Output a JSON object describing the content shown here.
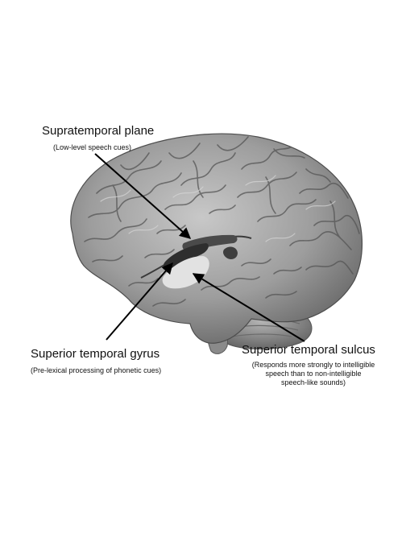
{
  "labels": {
    "supratemporal_plane": {
      "title": "Supratemporal plane",
      "description": "(Low-level speech cues)"
    },
    "superior_temporal_gyrus": {
      "title": "Superior temporal  gyrus",
      "description": "(Pre-lexical processing of phonetic cues)"
    },
    "superior_temporal_sulcus": {
      "title": "Superior temporal  sulcus",
      "description_lines": [
        "(Responds more strongly to intelligible",
        "speech than to non-intelligible",
        "speech-like sounds)"
      ]
    }
  },
  "colors": {
    "brain": "#9a9a9a",
    "supratemporal_region": "#4a4a4a",
    "gyrus_region": "#2e2e2e",
    "sulcus_region": "#e2e2e2",
    "arrow": "#000000"
  }
}
